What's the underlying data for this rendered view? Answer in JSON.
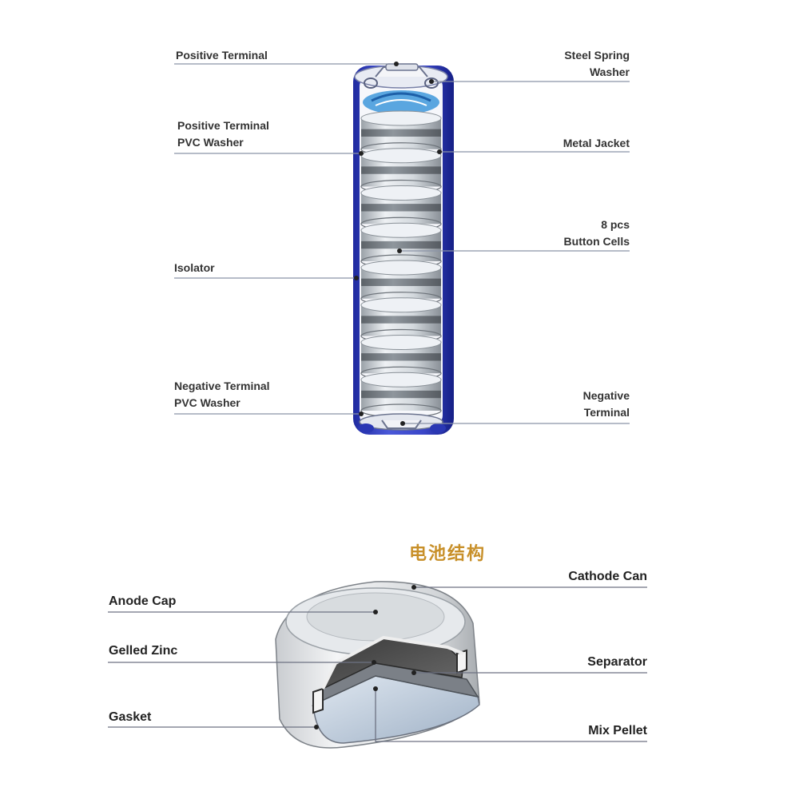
{
  "battery_stack": {
    "labels_left": [
      "Positive Terminal",
      "Positive Terminal\nPVC Washer",
      "Isolator",
      "Negative Terminal\nPVC Washer"
    ],
    "labels_right": [
      "Steel Spring\nWasher",
      "Metal Jacket",
      "8 pcs\nButton Cells",
      "Negative\nTerminal"
    ],
    "cell_count": 8
  },
  "button_cell": {
    "title": "电池结构",
    "labels_left": [
      "Anode Cap",
      "Gelled Zinc",
      "Gasket"
    ],
    "labels_right": [
      "Cathode Can",
      "Separator",
      "Mix Pellet"
    ]
  },
  "colors": {
    "jacket_blue": "#3a46c8",
    "jacket_dark": "#1e2a9a",
    "cell_light": "#dfe3e8",
    "cell_dark": "#7d848c",
    "leader_line": "#8a93a6",
    "title_gold": "#c8902a",
    "zinc_dark": "#4a4a4a",
    "pellet_blue": "#b9c7d8"
  }
}
